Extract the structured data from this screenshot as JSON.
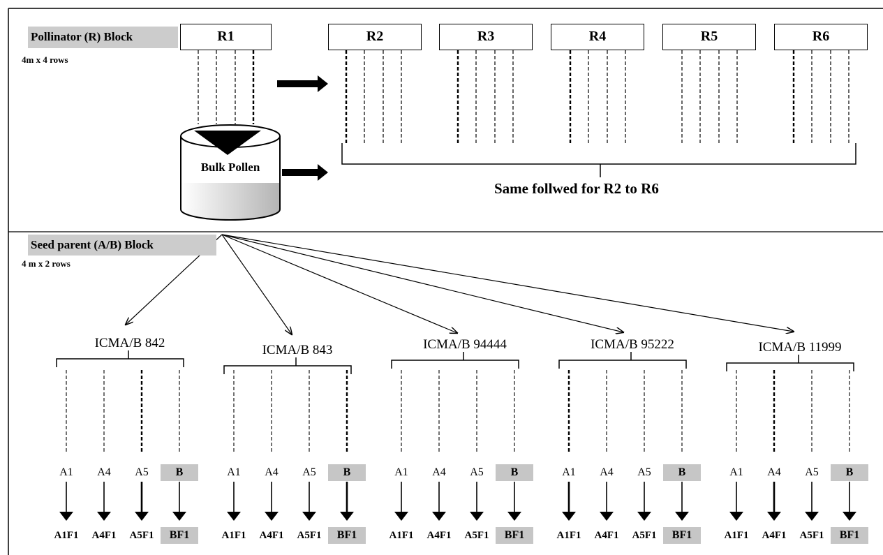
{
  "pollinator_block": {
    "label": "Pollinator (R) Block",
    "size": "4m x 4 rows"
  },
  "r_boxes": [
    "R1",
    "R2",
    "R3",
    "R4",
    "R5",
    "R6"
  ],
  "bulk_pollen": "Bulk Pollen",
  "same_followed": "Same follwed for R2 to R6",
  "seed_block": {
    "label": "Seed parent (A/B) Block",
    "size": "4 m x 2 rows"
  },
  "crosses": [
    {
      "name": "ICMA/B 842"
    },
    {
      "name": "ICMA/B 843"
    },
    {
      "name": "ICMA/B 94444"
    },
    {
      "name": "ICMA/B 95222"
    },
    {
      "name": "ICMA/B 11999"
    }
  ],
  "line_labels": [
    "A1",
    "A4",
    "A5",
    "B"
  ],
  "output_labels": [
    "A1F1",
    "A4F1",
    "A5F1",
    "BF1"
  ]
}
